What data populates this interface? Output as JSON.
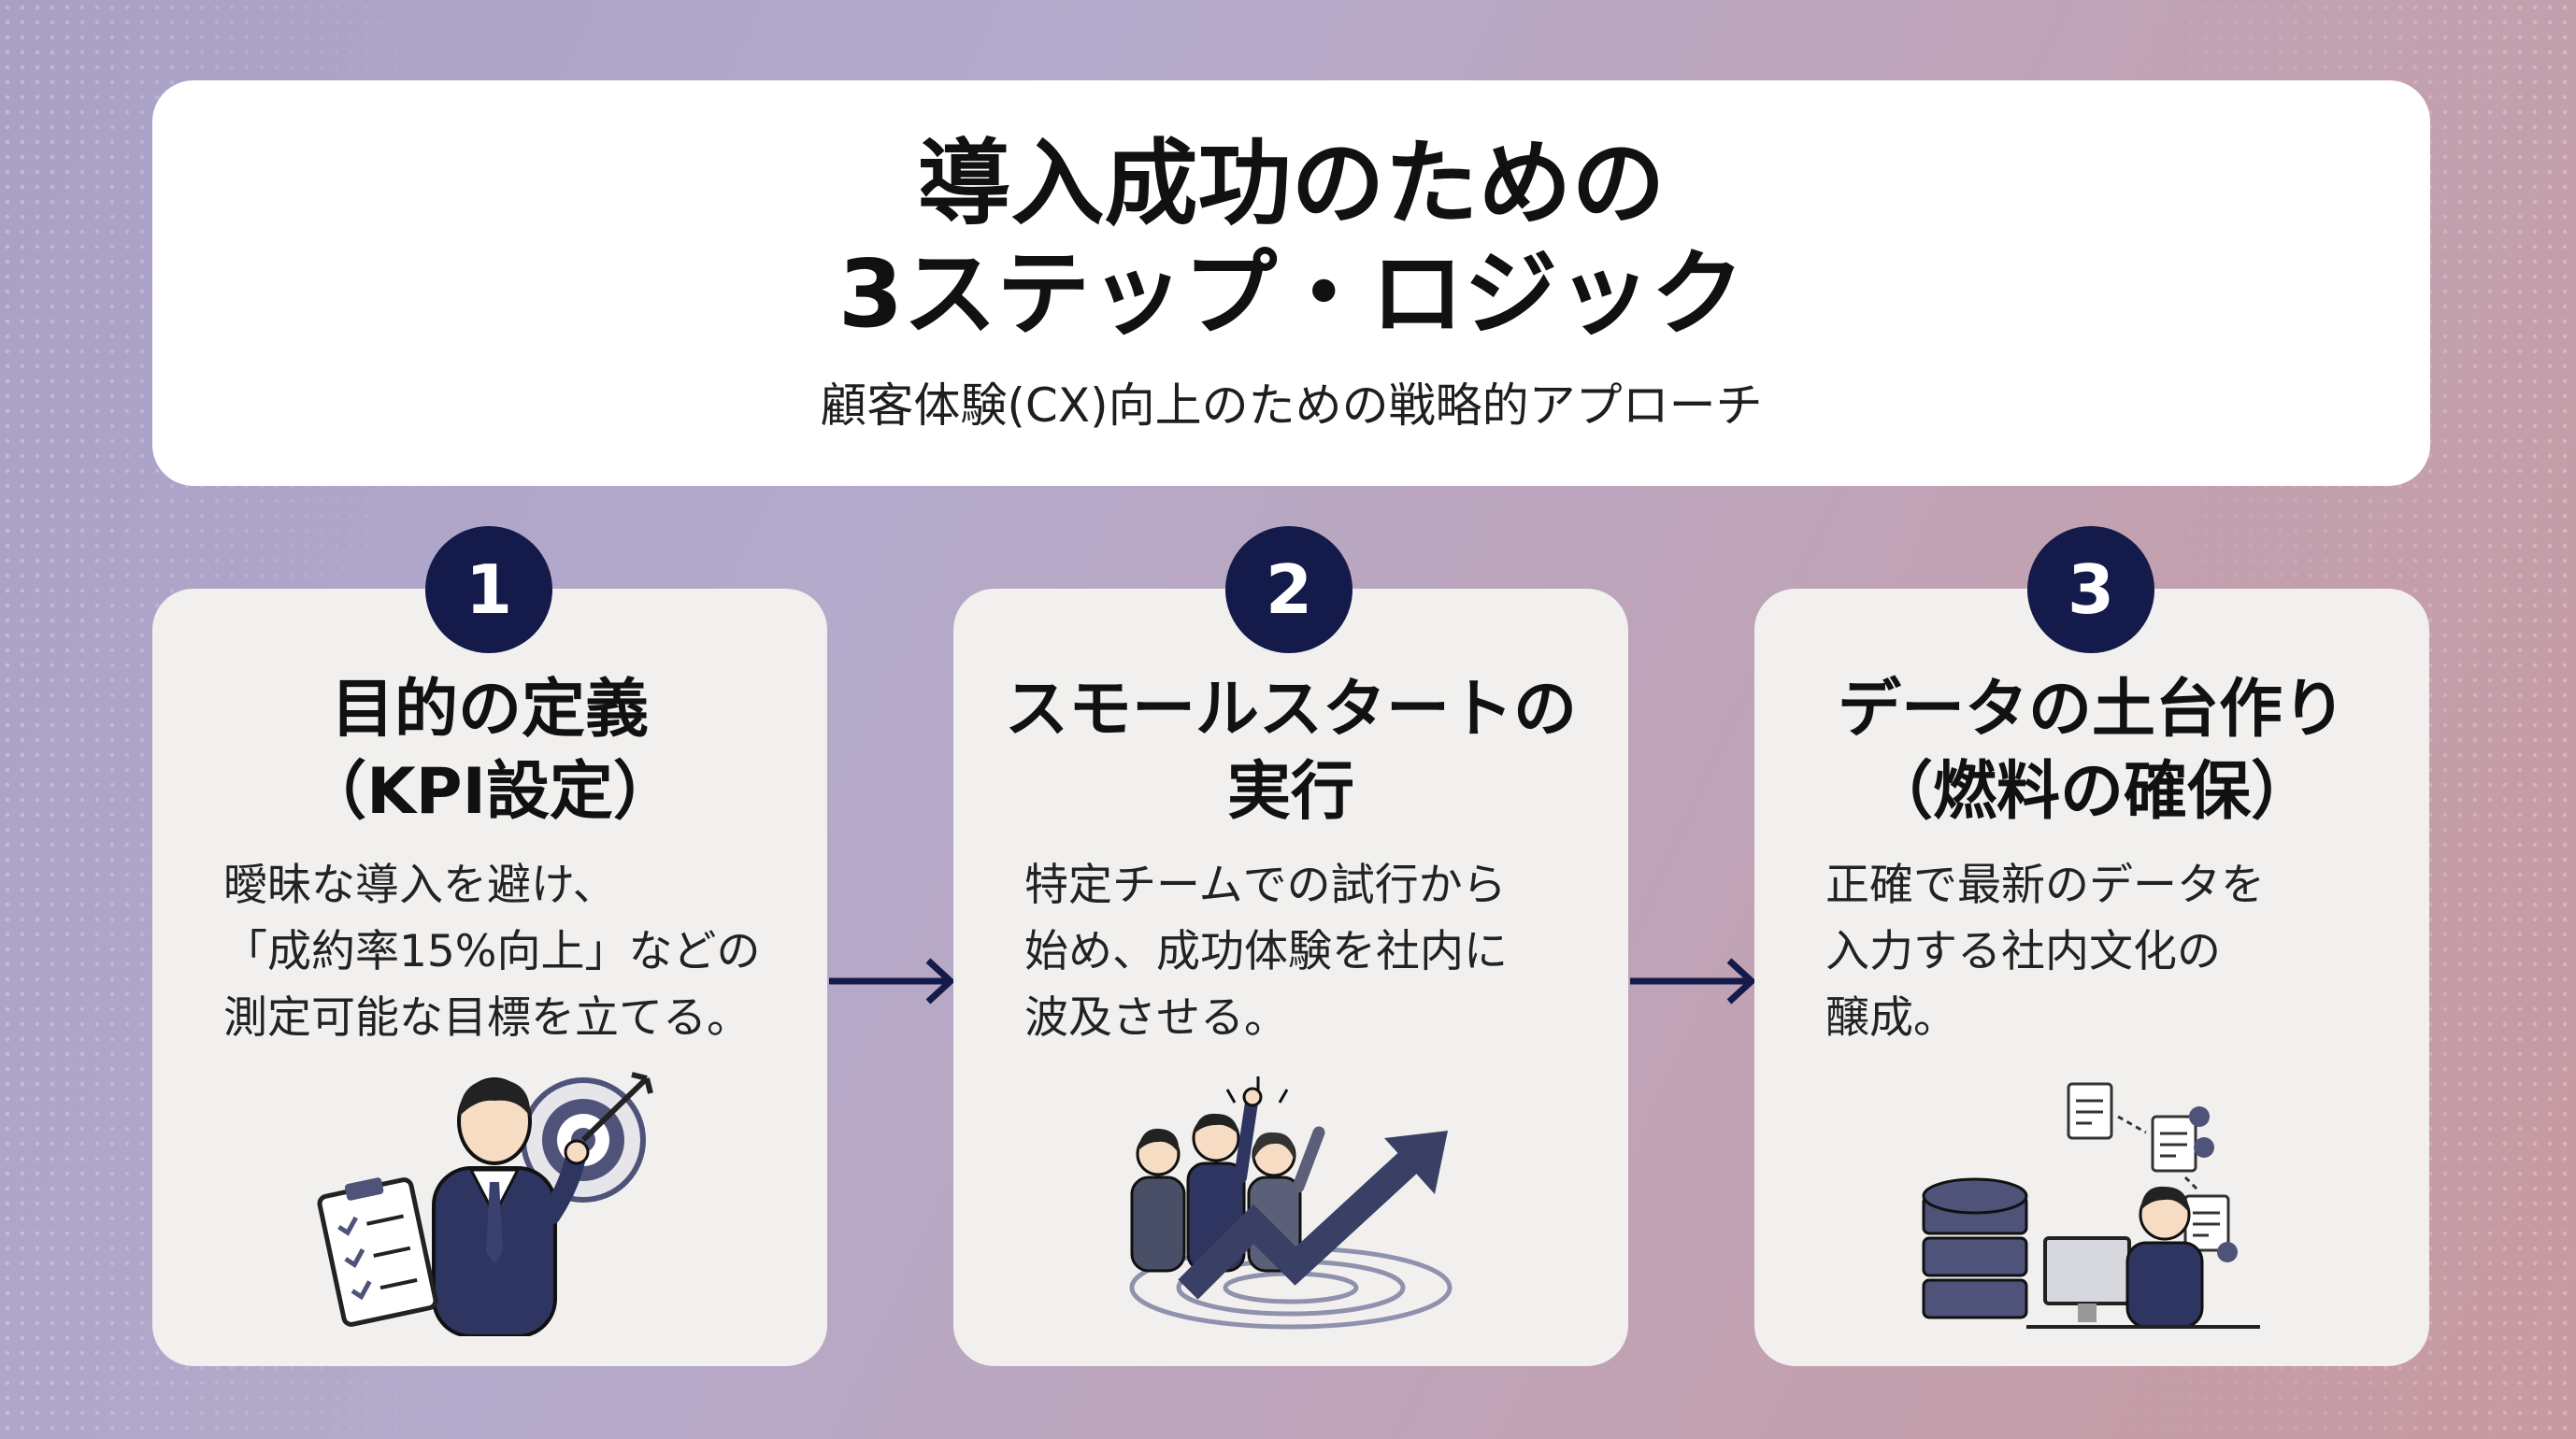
{
  "header": {
    "title_line1": "導入成功のための",
    "title_line2": "3ステップ・ロジック",
    "subtitle": "顧客体験(CX)向上のための戦略的アプローチ"
  },
  "steps": [
    {
      "number": "1",
      "title_line1": "目的の定義",
      "title_line2": "（KPI設定）",
      "desc_lines": [
        "曖昧な導入を避け、",
        "「成約率15%向上」などの",
        "測定可能な目標を立てる。"
      ],
      "illustration": "businessman-with-checklist-and-target-icon"
    },
    {
      "number": "2",
      "title_line1": "スモールスタートの",
      "title_line2": "実行",
      "desc_lines": [
        "特定チームでの試行から",
        "始め、成功体験を社内に",
        "波及させる。"
      ],
      "illustration": "team-celebrating-growth-arrow-icon"
    },
    {
      "number": "3",
      "title_line1": "データの土台作り",
      "title_line2": "（燃料の確保）",
      "desc_lines": [
        "正確で最新のデータを",
        "入力する社内文化の",
        "醸成。"
      ],
      "illustration": "database-and-worker-with-documents-icon"
    }
  ],
  "colors": {
    "badge": "#141a4a",
    "arrow": "#141a4a",
    "card": "#f1f0ee",
    "illustration_accent": "#4f5379"
  }
}
